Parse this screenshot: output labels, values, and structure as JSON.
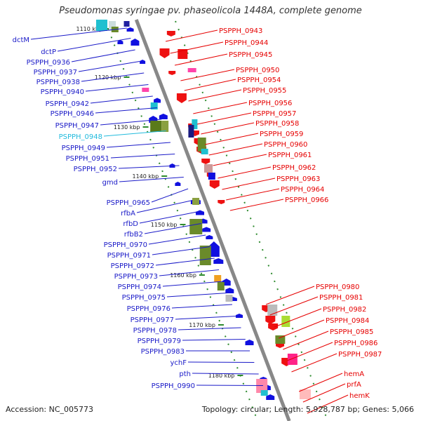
{
  "title": "Pseudomonas syringae pv. phaseolicola 1448A, complete genome",
  "footer": {
    "accession": "Accession: NC_005773",
    "topology": "Topology: circular; Length: 5,928,787 bp; Genes: 5,066"
  },
  "colors": {
    "left_label": "#1a1ac8",
    "right_label": "#e60000",
    "highlight_label": "#22bbdd",
    "backbone": "#888888",
    "tick": "#2e8b2e"
  },
  "kbp_labels": [
    "1110 kbp",
    "1120 kbp",
    "1130 kbp",
    "1140 kbp",
    "1150 kbp",
    "1160 kbp",
    "1170 kbp",
    "1180 kbp"
  ],
  "left_genes": [
    {
      "name": "dctM"
    },
    {
      "name": "dctP"
    },
    {
      "name": "PSPPH_0936"
    },
    {
      "name": "PSPPH_0937"
    },
    {
      "name": "PSPPH_0938"
    },
    {
      "name": "PSPPH_0940"
    },
    {
      "name": "PSPPH_0942"
    },
    {
      "name": "PSPPH_0946"
    },
    {
      "name": "PSPPH_0947"
    },
    {
      "name": "PSPPH_0948",
      "highlight": true
    },
    {
      "name": "PSPPH_0949"
    },
    {
      "name": "PSPPH_0951"
    },
    {
      "name": "PSPPH_0952"
    },
    {
      "name": "gmd"
    },
    {
      "name": "PSPPH_0965"
    },
    {
      "name": "rfbA"
    },
    {
      "name": "rfbD"
    },
    {
      "name": "rfbB2"
    },
    {
      "name": "PSPPH_0970"
    },
    {
      "name": "PSPPH_0971"
    },
    {
      "name": "PSPPH_0972"
    },
    {
      "name": "PSPPH_0973"
    },
    {
      "name": "PSPPH_0974"
    },
    {
      "name": "PSPPH_0975"
    },
    {
      "name": "PSPPH_0976"
    },
    {
      "name": "PSPPH_0977"
    },
    {
      "name": "PSPPH_0978"
    },
    {
      "name": "PSPPH_0979"
    },
    {
      "name": "PSPPH_0983"
    },
    {
      "name": "ychF"
    },
    {
      "name": "pth"
    },
    {
      "name": "PSPPH_0990"
    }
  ],
  "right_genes": [
    {
      "name": "PSPPH_0943"
    },
    {
      "name": "PSPPH_0944"
    },
    {
      "name": "PSPPH_0945"
    },
    {
      "name": "PSPPH_0950"
    },
    {
      "name": "PSPPH_0954"
    },
    {
      "name": "PSPPH_0955"
    },
    {
      "name": "PSPPH_0956"
    },
    {
      "name": "PSPPH_0957"
    },
    {
      "name": "PSPPH_0958"
    },
    {
      "name": "PSPPH_0959"
    },
    {
      "name": "PSPPH_0960"
    },
    {
      "name": "PSPPH_0961"
    },
    {
      "name": "PSPPH_0962"
    },
    {
      "name": "PSPPH_0963"
    },
    {
      "name": "PSPPH_0964"
    },
    {
      "name": "PSPPH_0966"
    },
    {
      "name": "PSPPH_0980"
    },
    {
      "name": "PSPPH_0981"
    },
    {
      "name": "PSPPH_0982"
    },
    {
      "name": "PSPPH_0984"
    },
    {
      "name": "PSPPH_0985"
    },
    {
      "name": "PSPPH_0986"
    },
    {
      "name": "PSPPH_0987"
    },
    {
      "name": "hemA"
    },
    {
      "name": "prfA"
    },
    {
      "name": "hemK"
    }
  ]
}
